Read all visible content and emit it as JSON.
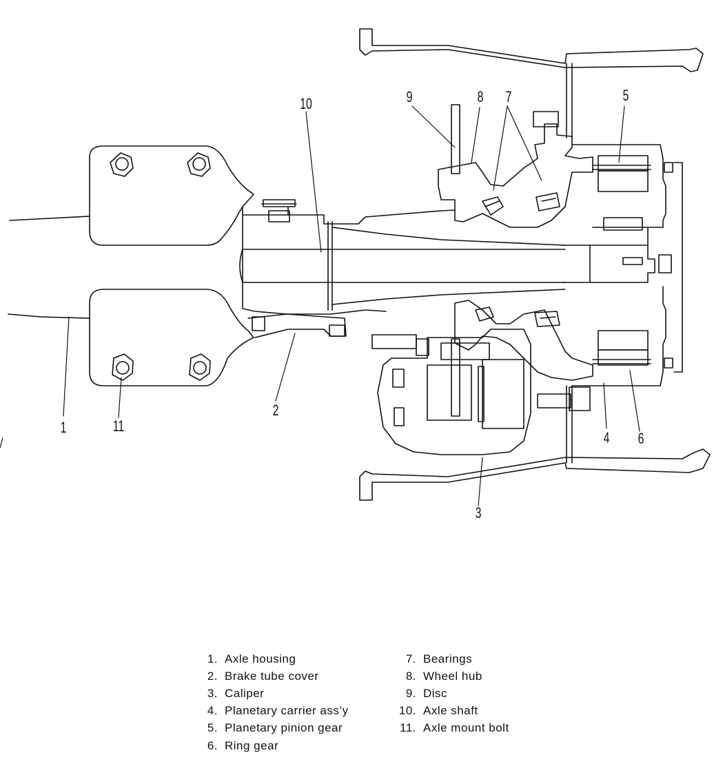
{
  "callouts": {
    "c1": "1",
    "c2": "2",
    "c3": "3",
    "c4": "4",
    "c5": "5",
    "c6": "6",
    "c7": "7",
    "c8": "8",
    "c9": "9",
    "c10": "10",
    "c11": "11"
  },
  "legend": {
    "left": [
      {
        "num": "1.",
        "label": "Axle housing"
      },
      {
        "num": "2.",
        "label": "Brake tube cover"
      },
      {
        "num": "3.",
        "label": "Caliper"
      },
      {
        "num": "4.",
        "label": "Planetary carrier ass’y"
      },
      {
        "num": "5.",
        "label": "Planetary pinion gear"
      },
      {
        "num": "6.",
        "label": "Ring gear"
      }
    ],
    "right": [
      {
        "num": "7.",
        "label": "Bearings"
      },
      {
        "num": "8.",
        "label": "Wheel hub"
      },
      {
        "num": "9.",
        "label": "Disc"
      },
      {
        "num": "10.",
        "label": "Axle shaft"
      },
      {
        "num": "11.",
        "label": "Axle mount bolt"
      }
    ]
  },
  "colors": {
    "ink": "#111111",
    "paper": "#ffffff"
  }
}
